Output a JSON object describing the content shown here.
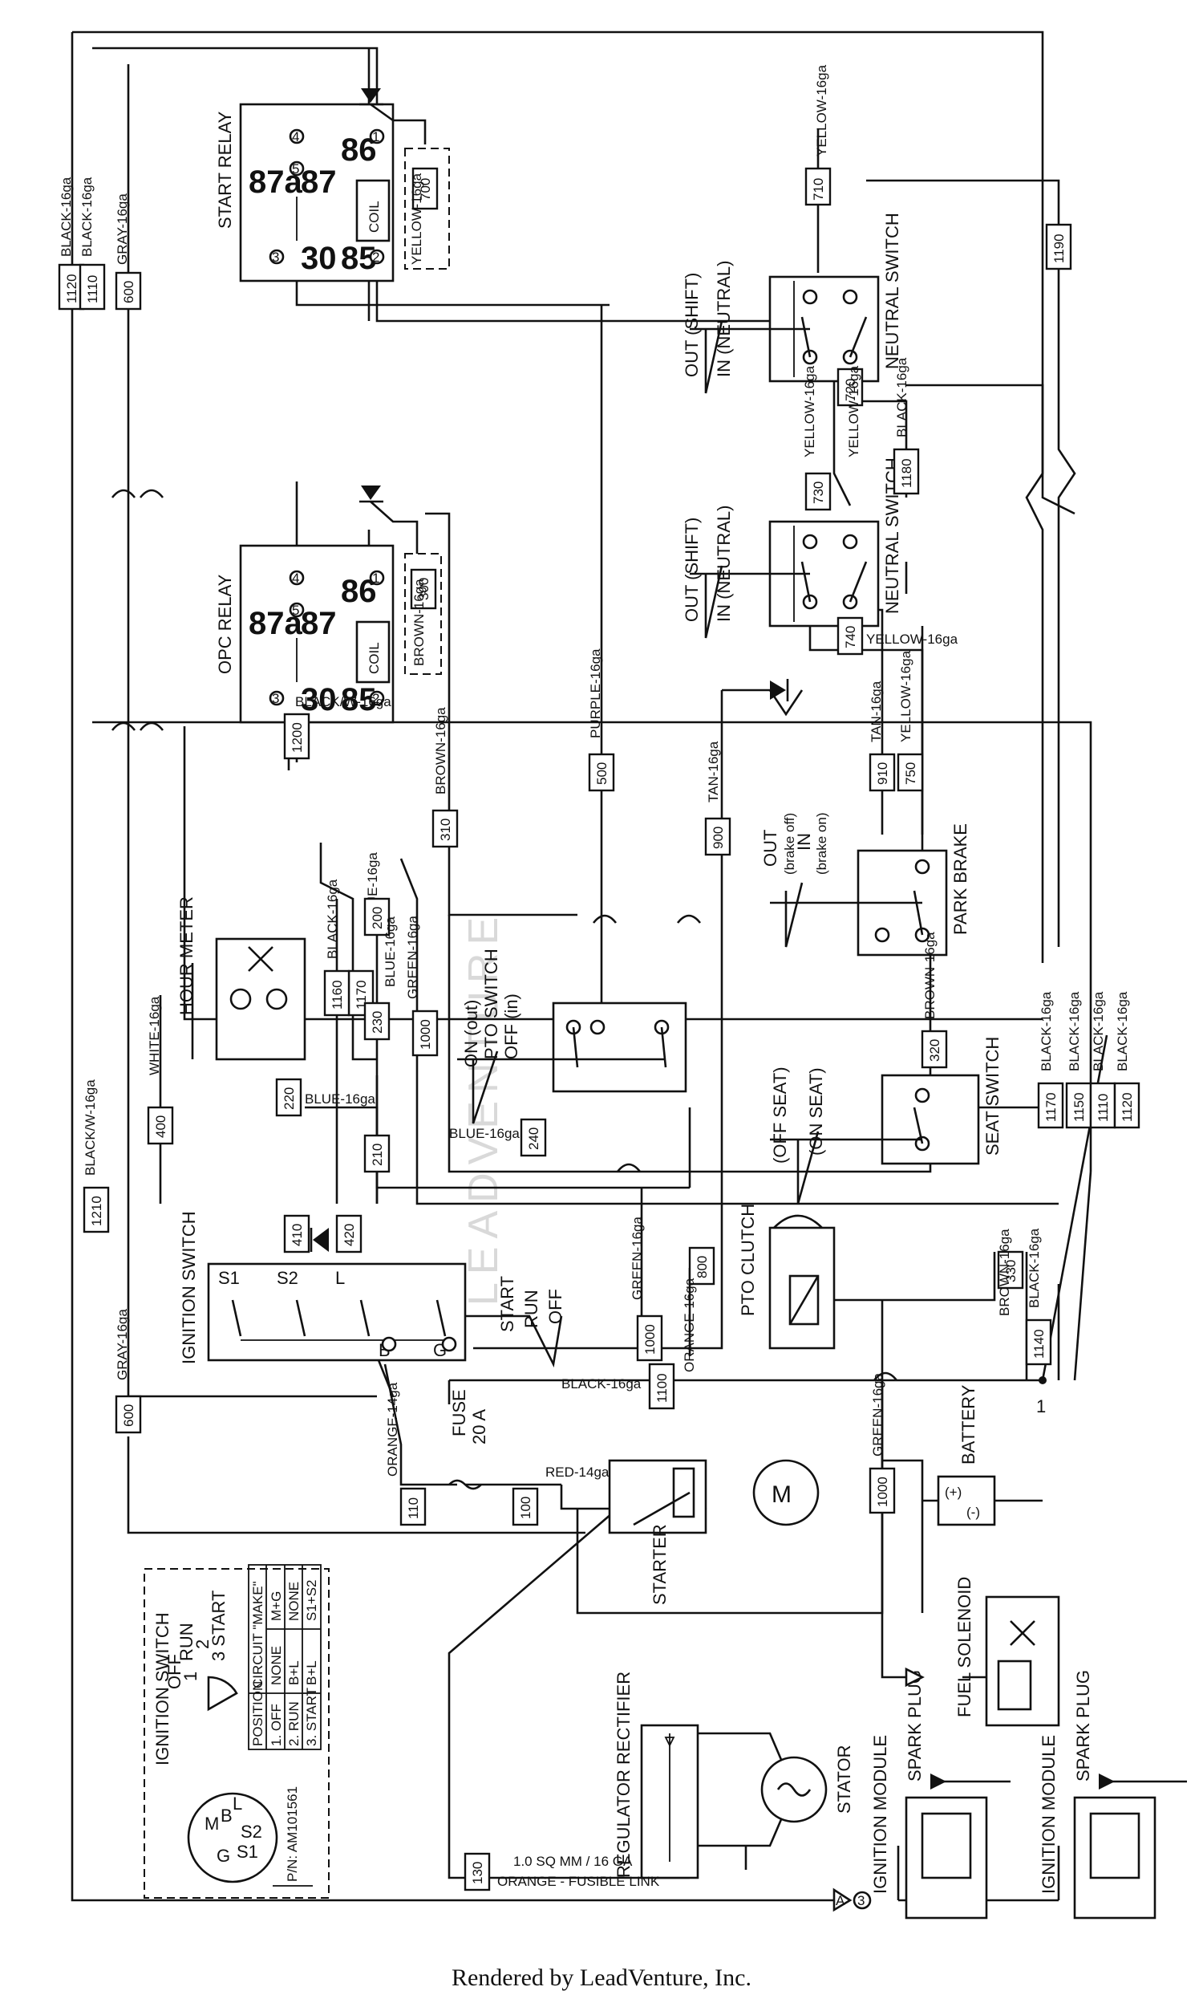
{
  "components": {
    "start_relay": {
      "title": "START RELAY",
      "pin_87a": "87a",
      "pin_87": "87",
      "pin_86": "86",
      "pin_85": "85",
      "pin_30": "30",
      "coil": "COIL",
      "n4": "4",
      "n5": "5",
      "n3": "3",
      "n1": "1",
      "n2": "2"
    },
    "opc_relay": {
      "title": "OPC RELAY",
      "pin_87a": "87a",
      "pin_87": "87",
      "pin_86": "86",
      "pin_85": "85",
      "pin_30": "30",
      "coil": "COIL",
      "n4": "4",
      "n5": "5",
      "n3": "3",
      "n1": "1",
      "n2": "2"
    },
    "neutral_switch_1": {
      "title": "NEUTRAL SWITCH",
      "out": "OUT (SHIFT)",
      "in": "IN (NEUTRAL)"
    },
    "neutral_switch_2": {
      "title": "NEUTRAL SWITCH",
      "out": "OUT (SHIFT)",
      "in": "IN (NEUTRAL)"
    },
    "park_brake": {
      "title": "PARK BRAKE",
      "out": "OUT",
      "out_sub": "(brake off)",
      "in": "IN",
      "in_sub": "(brake on)"
    },
    "pto_switch": {
      "title": "PTO SWITCH",
      "on": "ON (out)",
      "off": "OFF (in)"
    },
    "seat_switch": {
      "title": "SEAT SWITCH",
      "off": "(OFF SEAT)",
      "on": "(ON SEAT)"
    },
    "hour_meter": {
      "title": "HOUR METER"
    },
    "pto_clutch": {
      "title": "PTO CLUTCH"
    },
    "ignition_switch": {
      "title": "IGNITION SWITCH",
      "s1": "S1",
      "s2": "S2",
      "l": "L",
      "b": "B",
      "g": "G",
      "start": "START",
      "run": "RUN",
      "off": "OFF"
    },
    "fuse": {
      "title": "FUSE",
      "rating": "20 A"
    },
    "starter": {
      "title": "STARTER",
      "motor": "M"
    },
    "battery": {
      "title": "BATTERY",
      "pos": "(+)",
      "neg": "(-)"
    },
    "fuel_solenoid": {
      "title": "FUEL SOLENOID"
    },
    "regulator": {
      "title": "REGULATOR RECTIFIER"
    },
    "stator": {
      "title": "STATOR"
    },
    "spark_plug_1": {
      "title": "SPARK PLUG"
    },
    "spark_plug_2": {
      "title": "SPARK PLUG"
    },
    "ignition_module_1": {
      "title": "IGNITION MODULE"
    },
    "ignition_module_2": {
      "title": "IGNITION MODULE"
    },
    "connector_a": "A",
    "ground_1": "1",
    "ground_3": "3"
  },
  "wires": {
    "w1120": {
      "num": "1120",
      "color": "BLACK-16ga"
    },
    "w1110": {
      "num": "1110",
      "color": "BLACK-16ga"
    },
    "w600": {
      "num": "600",
      "color": "GRAY-16ga"
    },
    "w700": {
      "num": "700",
      "color": "YELLOW-16ga"
    },
    "w710": {
      "num": "710",
      "color": "YELLOW-16ga"
    },
    "w1190": {
      "num": "1190"
    },
    "w720": {
      "num": "720",
      "color_a": "YELLOW-16ga",
      "color_b": "YELLOW-16ga"
    },
    "w730": {
      "num": "730"
    },
    "w1180": {
      "num": "1180",
      "color": "BLACK-16ga"
    },
    "w740": {
      "num": "740",
      "color": "YELLOW-16ga"
    },
    "w300": {
      "num": "300",
      "color": "BROWN-16ga"
    },
    "w1200": {
      "num": "1200",
      "color": "BLACK/W-16ga"
    },
    "w500": {
      "num": "500",
      "color": "PURPLE-16ga"
    },
    "w900": {
      "num": "900",
      "color": "TAN-16ga"
    },
    "w910": {
      "num": "910",
      "color": "TAN-16ga"
    },
    "w750": {
      "num": "750",
      "color": "YELLOW-16ga"
    },
    "w310": {
      "num": "310",
      "color": "BROWN-16ga"
    },
    "w1170": {
      "num": "1170",
      "color": "BLUE-16ga"
    },
    "w1160": {
      "num": "1160",
      "color": "BLACK-16ga"
    },
    "w200": {
      "num": "200"
    },
    "w230": {
      "num": "230",
      "color": "BLUE-16ga"
    },
    "w1000a": {
      "num": "1000",
      "color": "GREEN-16ga"
    },
    "w220": {
      "num": "220",
      "color": "BLUE-16ga"
    },
    "w240": {
      "num": "240",
      "color": "BLUE-16ga"
    },
    "w210": {
      "num": "210"
    },
    "w320": {
      "num": "320",
      "color": "BROWN-16ga"
    },
    "w1170b": {
      "num": "1170",
      "color": "BLACK-16ga"
    },
    "w1150": {
      "num": "1150",
      "color": "BLACK-16ga"
    },
    "w1110b": {
      "num": "1110",
      "color": "BLACK-16ga"
    },
    "w1120b": {
      "num": "1120",
      "color": "BLACK-16ga"
    },
    "w400": {
      "num": "400",
      "color": "WHITE-16ga"
    },
    "w1210": {
      "num": "1210",
      "color": "BLACK/W-16ga"
    },
    "w410": {
      "num": "410"
    },
    "w420": {
      "num": "420"
    },
    "w800": {
      "num": "800",
      "color": "ORANGE-16ga"
    },
    "w330": {
      "num": "330",
      "color": "BROWN-16ga"
    },
    "w1140": {
      "num": "1140",
      "color": "BLACK-16ga"
    },
    "w1000b": {
      "num": "1000",
      "color": "GREEN-16ga"
    },
    "w1100": {
      "num": "1100",
      "color": "BLACK-16ga"
    },
    "w600b": {
      "num": "600",
      "color": "GRAY-16ga"
    },
    "w110": {
      "num": "110",
      "color": "ORANGE-14ga"
    },
    "w100": {
      "num": "100",
      "color": "RED-14ga"
    },
    "w1000c": {
      "num": "1000",
      "color": "GREEN-16ga"
    },
    "w130": {
      "num": "130",
      "color": "ORANGE - FUSIBLE LINK",
      "color2": "1.0 SQ MM / 16 GA"
    }
  },
  "legend": {
    "title": "IGNITION SWITCH",
    "pos_off": "OFF",
    "pos_1": "1",
    "pos_2": "2",
    "pos_run": "RUN",
    "pos_start": "3 START",
    "terminals": [
      "M",
      "B",
      "L",
      "S2",
      "S1",
      "G"
    ],
    "part_no": "P/N: AM101561",
    "table_headers": [
      "POSITION",
      "CIRCUIT \"MAKE\""
    ],
    "table_rows": [
      [
        "1. OFF",
        "NONE",
        "M+G"
      ],
      [
        "2. RUN",
        "B+L",
        "NONE"
      ],
      [
        "3. START",
        "B+L",
        "S1+S2"
      ]
    ]
  },
  "watermark": "LEADVENTURE",
  "footer": "Rendered by LeadVenture, Inc."
}
